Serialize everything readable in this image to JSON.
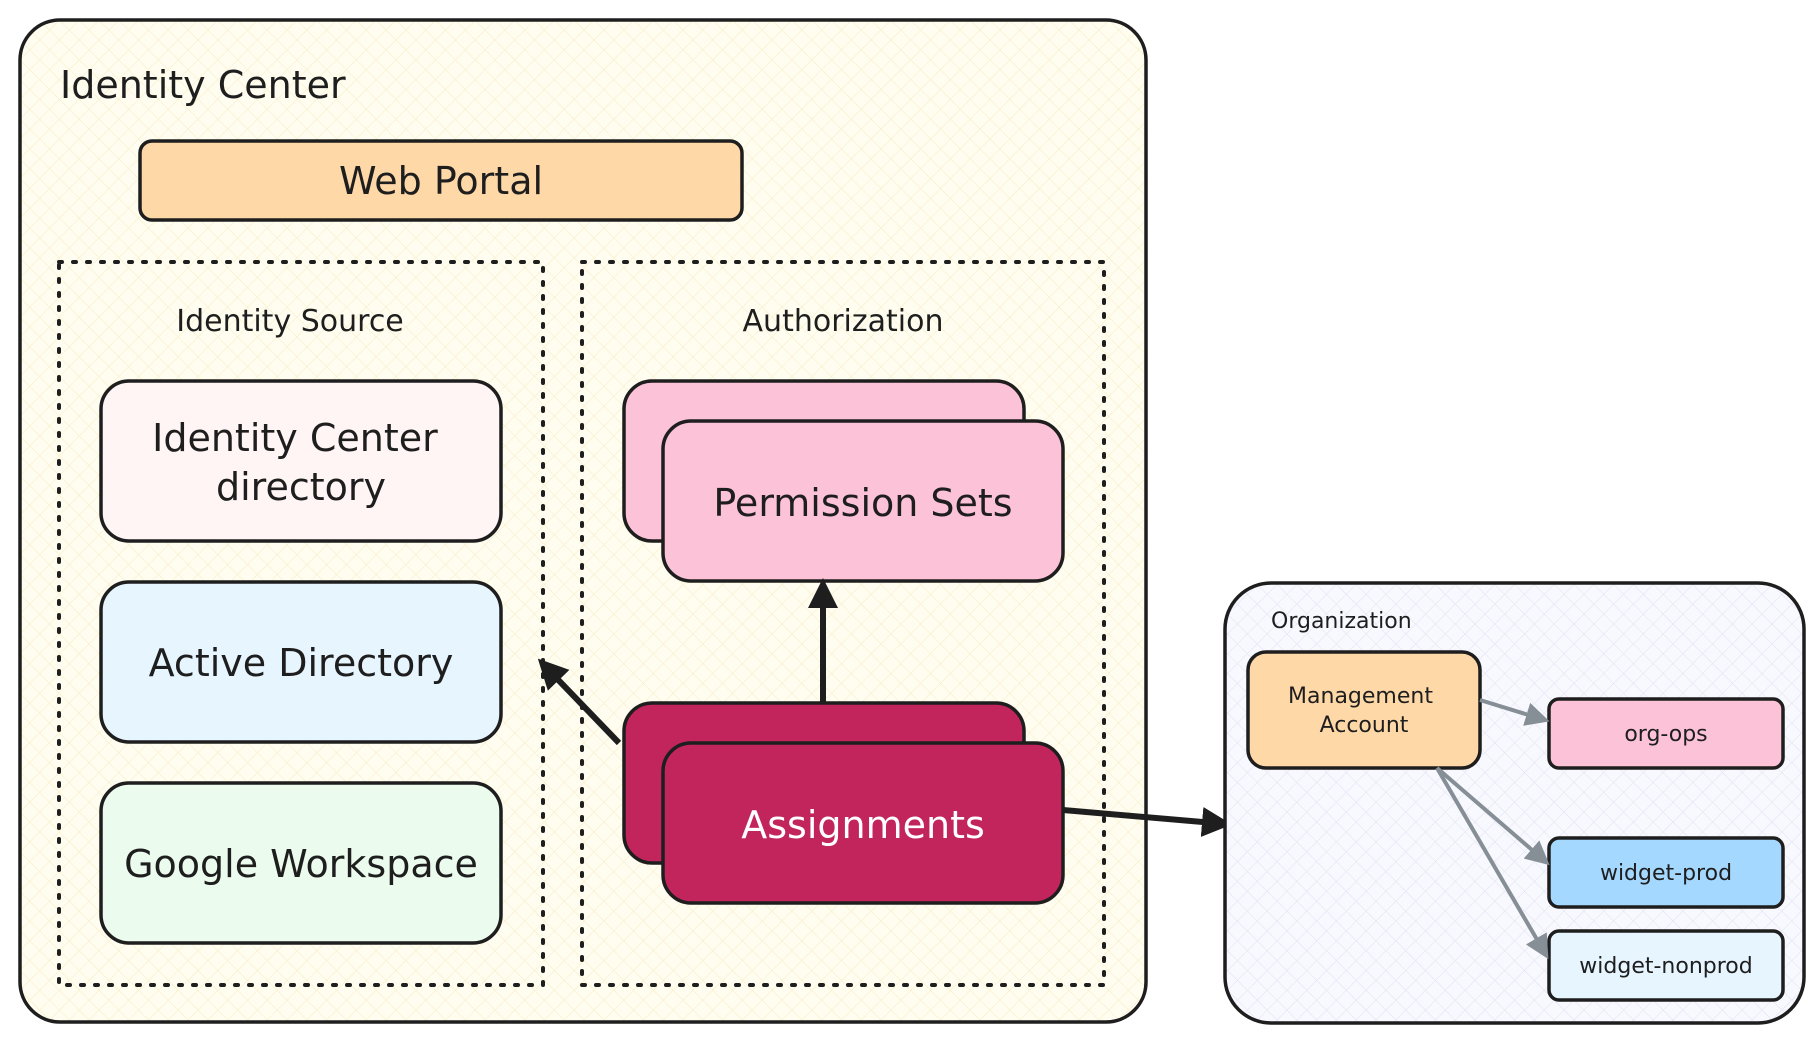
{
  "colors": {
    "stroke": "#1e1e1e",
    "identity_center_bg": "#fffdf0",
    "organization_bg": "#f7f7ff",
    "web_portal": "#ffd8a8",
    "identity_center_directory": "#fff5f5",
    "active_directory": "#e7f5ff",
    "google_workspace": "#ebfbee",
    "permission_sets": "#fcc2d7",
    "assignments": "#c2255c",
    "assignments_text": "#ffffff",
    "management_account": "#ffd8a8",
    "org_ops": "#fcc2d7",
    "widget_prod": "#a5d8ff",
    "widget_nonprod": "#e7f5ff",
    "org_arrow": "#868e96"
  },
  "identity_center": {
    "title": "Identity Center",
    "web_portal": "Web Portal",
    "identity_source": {
      "title": "Identity Source",
      "items": [
        {
          "label_line1": "Identity Center",
          "label_line2": "directory"
        },
        {
          "label": "Active Directory"
        },
        {
          "label": "Google Workspace"
        }
      ]
    },
    "authorization": {
      "title": "Authorization",
      "permission_sets": "Permission Sets",
      "assignments": "Assignments"
    }
  },
  "organization": {
    "title": "Organization",
    "management_account_line1": "Management",
    "management_account_line2": "Account",
    "accounts": [
      {
        "label": "org-ops"
      },
      {
        "label": "widget-prod"
      },
      {
        "label": "widget-nonprod"
      }
    ]
  }
}
